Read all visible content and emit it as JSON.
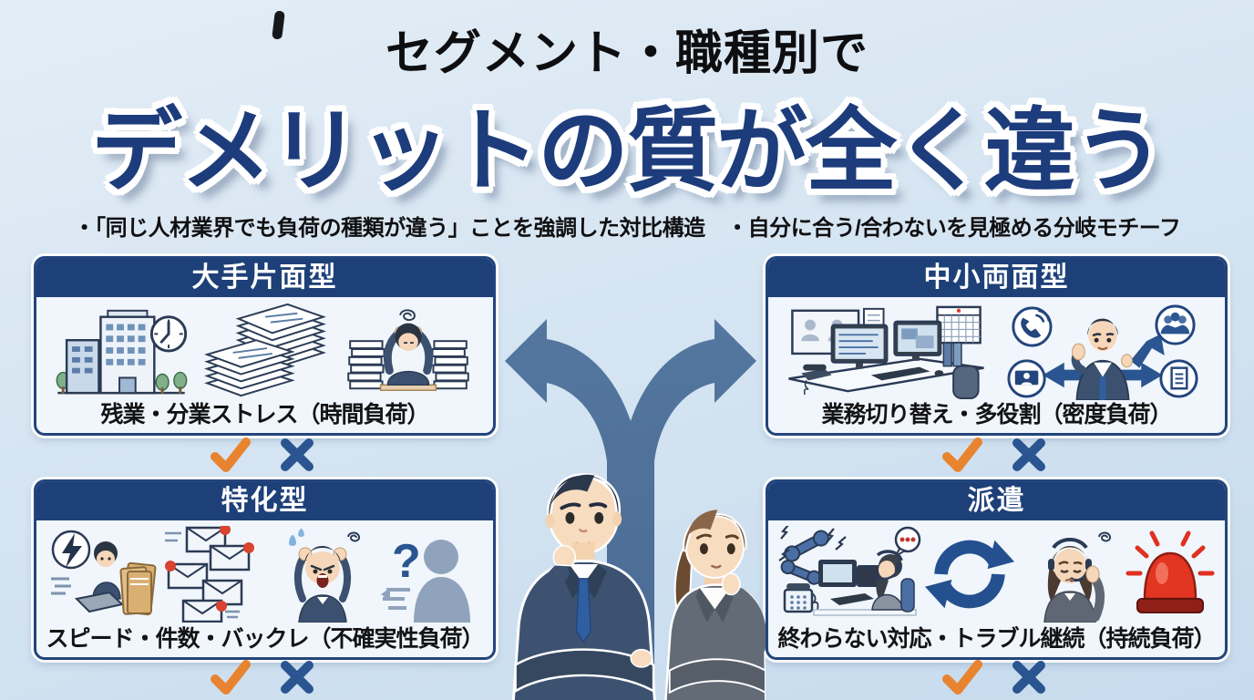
{
  "header": {
    "title_top": "セグメント・職種別で",
    "title_main": "デメリットの質が全く違う",
    "subtitle": "・「同じ人材業界でも負荷の種類が違う」ことを強調した対比構造　・自分に合う/合わないを見極める分岐モチーフ"
  },
  "panels": [
    {
      "title": "大手片面型",
      "caption": "残業・分業ストレス（時間負荷）",
      "icons": [
        "office-building-icon",
        "clock-icon",
        "tree-icon",
        "document-stacks-icon",
        "overworked-worker-icon",
        "dizzy-spiral-icon"
      ]
    },
    {
      "title": "中小両面型",
      "caption": "業務切り替え・多役割（密度負荷）",
      "icons": [
        "multi-monitor-desk-icon",
        "desk-phone-icon",
        "calendar-icon",
        "multitasking-person-icon",
        "phone-call-icon",
        "team-icon",
        "video-call-icon",
        "document-icon",
        "direction-arrows-icon"
      ]
    },
    {
      "title": "特化型",
      "caption": "スピード・件数・バックレ（不確実性負荷）",
      "icons": [
        "lightning-icon",
        "speed-pressure-worker-icon",
        "folder-stack-icon",
        "email-flood-icon",
        "notification-dot-icon",
        "panicked-worker-icon",
        "question-mark-icon",
        "ghosting-silhouette-icon"
      ]
    },
    {
      "title": "派遣",
      "caption": "終わらない対応・トラブル継続（持続負荷）",
      "icons": [
        "ringing-calls-operator-icon",
        "phone-handset-icon",
        "chat-dots-bubble-icon",
        "repeat-cycle-icon",
        "tired-operator-icon",
        "alarm-light-icon"
      ]
    }
  ],
  "center": {
    "motif": "branching-arrow",
    "figures": [
      "thinking-businessman",
      "thinking-businesswoman"
    ]
  },
  "marks": {
    "check": "✓",
    "cross": "✕",
    "check_color": "#e8832f",
    "cross_color": "#2a5590"
  },
  "colors": {
    "background_top": "#e3edf6",
    "background_bottom": "#c6dbee",
    "title_blue": "#1d3c7c",
    "panel_header_blue": "#1e4079",
    "panel_border_blue": "#23457d",
    "branch_arrow_blue": "#4e72a0",
    "alert_red": "#d94330"
  }
}
